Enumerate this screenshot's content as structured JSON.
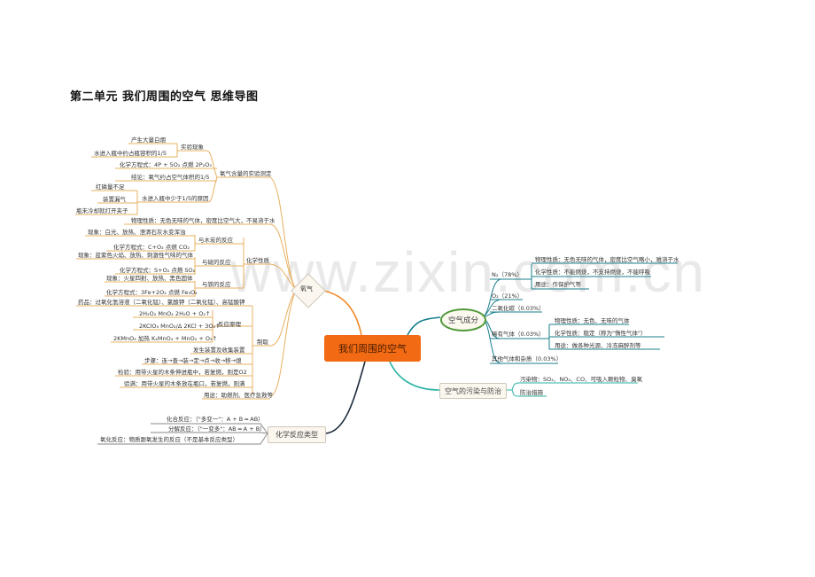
{
  "title": "第二单元  我们周围的空气  思维导图",
  "watermark": "www.zixin.com.cn",
  "center": "我们周围的空气",
  "oxygen": {
    "label": "氧气",
    "experiment": {
      "label": "氧气含量的实验测定",
      "phenomenon_label": "实验现象",
      "phenomena": [
        "产生大量白烟",
        "水进入瓶中约占瓶容积的1/5"
      ],
      "equation": "化学方程式：4P + 5O₂ 点燃 2P₂O₅",
      "conclusion": "结论：氧气约占空气体积的1/5",
      "reason_label": "水进入瓶中少于1/5的原因",
      "reasons": [
        "红磷量不足",
        "装置漏气",
        "瓶未冷却就打开夹子"
      ]
    },
    "physical": "物理性质：无色无味的气体，密度比空气大，不易溶于水",
    "chemical": {
      "label": "化学性质",
      "carbon": {
        "label": "与木炭的反应",
        "phenomenon": "现象：白光、放热、澄清石灰水变浑浊",
        "equation": "化学方程式：C+O₂ 点燃 CO₂"
      },
      "sulfur": {
        "label": "与硫的反应",
        "phenomenon": "现象：蓝紫色火焰、放热、刺激性气味的气体",
        "equation": "化学方程式：S+O₂ 点燃 SO₂"
      },
      "iron": {
        "label": "与铁的反应",
        "phenomenon": "现象：火星四射、放热、黑色固体",
        "equation": "化学方程式：3Fe+2O₂ 点燃 Fe₃O₄"
      }
    },
    "preparation": {
      "label": "制取",
      "drugs": "药品：过氧化氢溶液（二氧化锰）、氯酸钾（二氧化锰）、高锰酸钾",
      "principle_label": "反应原理",
      "equations": [
        "2H₂O₂ MnO₂ 2H₂O + O₂↑",
        "2KClO₃ MnO₂/Δ 2KCl + 3O₂↑",
        "2KMnO₄ 加热 K₂MnO₄ + MnO₂ + O₂↑"
      ],
      "apparatus": "发生装置及收集装置",
      "steps": "步骤：连→查→装→定→点→收→移→熄",
      "test": "检验：用带火星的木条伸进瓶中，若复燃，则是O2",
      "full": "验满：用带火星的木条放在瓶口，若复燃，则满"
    },
    "use": "用途：助燃剂、医疗急救等"
  },
  "reaction_types": {
    "label": "化学反应类型",
    "items": [
      "化合反应：（\"多变一\"：A + B ═ AB）",
      "分解反应：（\"一变多\"：AB ═ A + B）",
      "氧化反应：物质跟氧发生的反应（不是基本反应类型）"
    ]
  },
  "composition": {
    "label": "空气成分",
    "n2": {
      "label": "N₂（78%）",
      "items": [
        "物理性质：无色无味的气体，密度比空气略小，难溶于水",
        "化学性质：不能燃烧，不支持燃烧，不能呼吸",
        "用途：作保护气等"
      ]
    },
    "o2": "O₂（21%）",
    "co2": "二氧化碳（0.03%）",
    "noble": {
      "label": "稀有气体（0.03%）",
      "items": [
        "物理性质：无色、无味的气体",
        "化学性质：稳定（称为\"惰性气体\"）",
        "用途：做各种光源、冷冻麻醉剂等"
      ]
    },
    "other": "其他气体和杂质（0.03%）"
  },
  "pollution": {
    "label": "空气的污染与防治",
    "items": [
      "污染物：SO₂、NO₂、CO、可吸入颗粒物、臭氧",
      "防治措施"
    ]
  },
  "colors": {
    "center": "#f26a13",
    "oxygen_branch": "#e8a03c",
    "composition_branch": "#1a7f8e",
    "pollution_branch": "#2ab3a3",
    "reaction_branch": "#1c2a3a"
  }
}
